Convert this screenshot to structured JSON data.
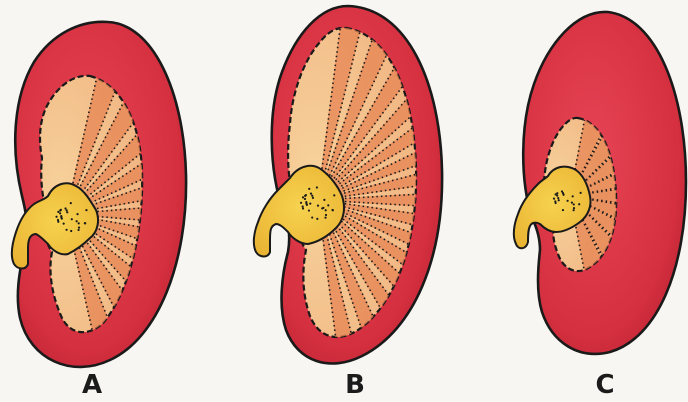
{
  "panels": [
    {
      "label": "A"
    },
    {
      "label": "B"
    },
    {
      "label": "C"
    }
  ],
  "colors": {
    "cortex": "#dc3347",
    "cortex_shade": "#b01f30",
    "outline": "#1a1a1a",
    "medulla_light": "#f6cf9a",
    "medulla_stripe": "#e58453",
    "pelvis": "#f2c541",
    "background": "#f7f6f2"
  }
}
